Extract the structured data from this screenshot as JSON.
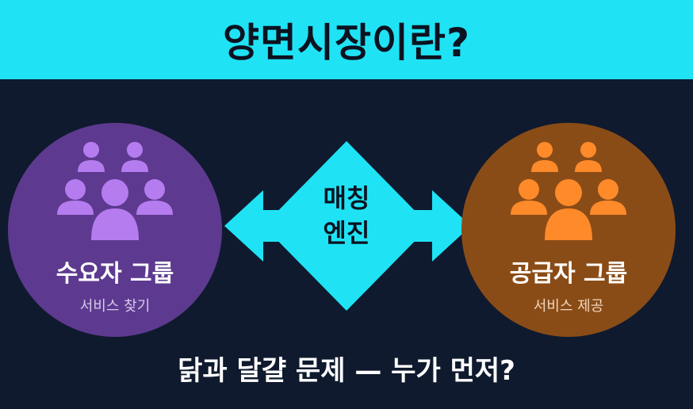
{
  "title": "양면시장이란?",
  "demand": {
    "label": "수요자 그룹",
    "sub": "서비스 찾기",
    "color": "#b57cf0"
  },
  "supply": {
    "label": "공급자 그룹",
    "sub": "서비스 제공",
    "color": "#ff8a2a"
  },
  "engine": {
    "line1": "매칭",
    "line2": "엔진",
    "color": "#1fe3f4"
  },
  "footer": "닭과 달걀 문제 — 누가 먼저?"
}
